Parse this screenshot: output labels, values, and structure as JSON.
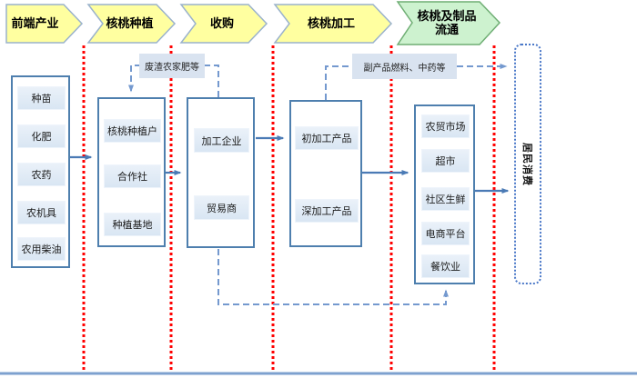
{
  "stages": [
    {
      "label": "前端产业",
      "fill": "#ffffa0"
    },
    {
      "label": "核桃种植",
      "fill": "#ffffa0"
    },
    {
      "label": "收购",
      "fill": "#ffffa0"
    },
    {
      "label": "核桃加工",
      "fill": "#ffffa0"
    },
    {
      "label": "核桃及制品流通",
      "fill": "#cdf2cf"
    }
  ],
  "sections": {
    "upstream": {
      "items": [
        "种苗",
        "化肥",
        "农药",
        "农机具",
        "农用柴油"
      ]
    },
    "planting": {
      "items": [
        "核桃种植户",
        "合作社",
        "种植基地"
      ]
    },
    "purchase": {
      "items": [
        "加工企业",
        "贸易商"
      ]
    },
    "processing": {
      "items": [
        "初加工产品",
        "深加工产品"
      ]
    },
    "distribution": {
      "items": [
        "农贸市场",
        "超市",
        "社区生鲜",
        "电商平台",
        "餐饮业"
      ]
    },
    "consumer": {
      "label": "居民消费"
    }
  },
  "feedback": {
    "waste": "废渣农家肥等",
    "byproduct": "副产品燃料、中药等"
  },
  "colors": {
    "stage_yellow": "#ffffa0",
    "stage_yellow_border": "#9ab2cc",
    "stage_green": "#cdf2cf",
    "stage_green_border": "#6fae74",
    "box_border": "#4e7fae",
    "box_fill": "#dce8f4",
    "arrow_solid": "#4a7ab5",
    "arrow_dashed": "#7499cf",
    "divider_red": "#ff0000",
    "baseline_blue": "#7da1cf",
    "consumer_border": "#4a78c8"
  }
}
